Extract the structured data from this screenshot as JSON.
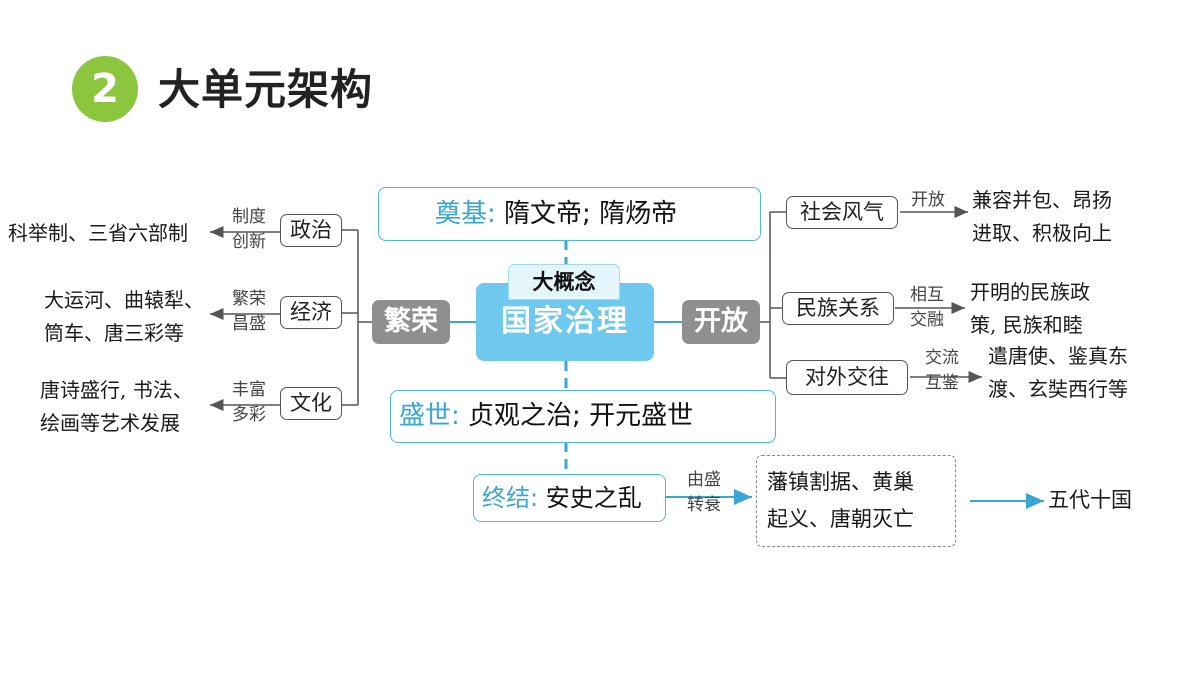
{
  "header": {
    "number": "2",
    "title": "大单元架构"
  },
  "core": {
    "tab": "大概念",
    "label": "国家治理",
    "left_tag": "繁荣",
    "right_tag": "开放"
  },
  "top_box": {
    "key": "奠基",
    "sep": ":",
    "value": "隋文帝; 隋炀帝"
  },
  "mid_box": {
    "key": "盛世",
    "sep": ":",
    "value": "贞观之治; 开元盛世"
  },
  "end_box": {
    "key": "终结",
    "sep": ":",
    "value": "安史之乱"
  },
  "left_branches": [
    {
      "node": "政治",
      "tag": [
        "制度",
        "创新"
      ],
      "leaf": [
        "科举制、三省六部制"
      ]
    },
    {
      "node": "经济",
      "tag": [
        "繁荣",
        "昌盛"
      ],
      "leaf": [
        "大运河、曲辕犁、",
        "筒车、唐三彩等"
      ]
    },
    {
      "node": "文化",
      "tag": [
        "丰富",
        "多彩"
      ],
      "leaf": [
        "唐诗盛行, 书法、",
        "绘画等艺术发展"
      ]
    }
  ],
  "right_branches": [
    {
      "node": "社会风气",
      "tag": [
        "开放"
      ],
      "leaf": [
        "兼容并包、昂扬",
        "进取、积极向上"
      ]
    },
    {
      "node": "民族关系",
      "tag": [
        "相互",
        "交融"
      ],
      "leaf": [
        "开明的民族政",
        "策, 民族和睦"
      ]
    },
    {
      "node": "对外交往",
      "tag": [
        "交流",
        "互鉴"
      ],
      "leaf": [
        "遣唐使、鉴真东",
        "渡、玄奘西行等"
      ]
    }
  ],
  "decline": {
    "tag": [
      "由盛",
      "转衰"
    ],
    "box": [
      "藩镇割据、黄巢",
      "起义、唐朝灭亡"
    ],
    "result": "五代十国"
  },
  "colors": {
    "accent_green": "#8cc63f",
    "accent_blue": "#4cb8dc",
    "core_blue": "#6fc8ee",
    "tag_gray": "#8f8f8f"
  }
}
